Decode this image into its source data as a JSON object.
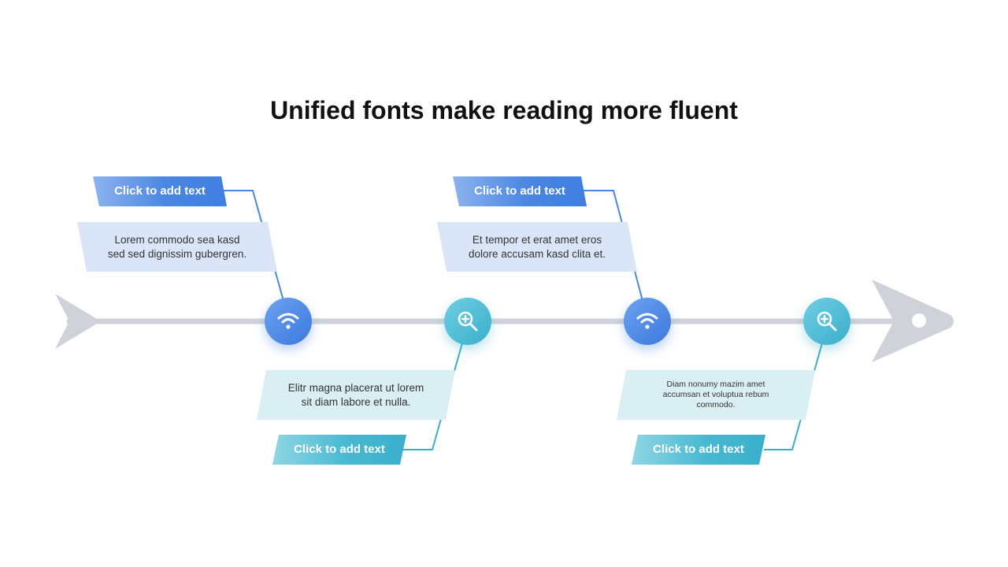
{
  "title": "Unified fonts make reading more fluent",
  "colors": {
    "blue_accent": "#4a86e2",
    "teal_accent": "#3aafcb",
    "spine": "#cfd3d9",
    "blue_text_bg": "#dae6f8",
    "teal_text_bg": "#d9eff4"
  },
  "items": [
    {
      "tag": "Click to add text",
      "text_lines": [
        "Lorem commodo sea kasd",
        "sed sed dignissim gubergren."
      ],
      "icon": "wifi-icon",
      "color": "blue"
    },
    {
      "tag": "Click to add text",
      "text_lines": [
        "Elitr magna placerat ut lorem",
        "sit diam labore et nulla."
      ],
      "icon": "search-plus-icon",
      "color": "teal"
    },
    {
      "tag": "Click to add text",
      "text_lines": [
        "Et tempor et erat amet eros",
        "dolore accusam kasd clita et."
      ],
      "icon": "wifi-icon",
      "color": "blue"
    },
    {
      "tag": "Click to add text",
      "text_lines": [
        "Diam nonumy mazim amet",
        "accumsan et voluptua rebum",
        "commodo."
      ],
      "icon": "search-plus-icon",
      "color": "teal"
    }
  ]
}
